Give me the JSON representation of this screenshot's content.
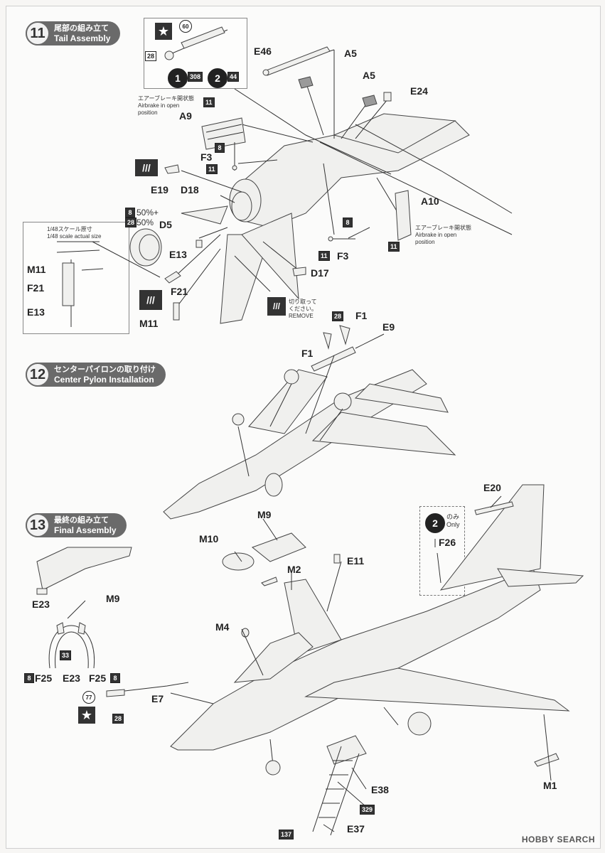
{
  "steps": [
    {
      "num": "11",
      "jp": "尾部の組み立て",
      "en": "Tail Assembly"
    },
    {
      "num": "12",
      "jp": "センターパイロンの取り付け",
      "en": "Center Pylon  Installation"
    },
    {
      "num": "13",
      "jp": "最終の組み立て",
      "en": "Final Assembly"
    }
  ],
  "labels": {
    "E46": "E46",
    "A5a": "A5",
    "A5b": "A5",
    "E24": "E24",
    "A9": "A9",
    "F3a": "F3",
    "F3b": "F3",
    "E19": "E19",
    "D18": "D18",
    "D5": "D5",
    "E13": "E13",
    "E13i": "E13",
    "F21": "F21",
    "F21i": "F21",
    "M11": "M11",
    "M11i": "M11",
    "D17": "D17",
    "A10": "A10",
    "F1a": "F1",
    "F1b": "F1",
    "E9": "E9",
    "E20": "E20",
    "F26": "F26",
    "M9": "M9",
    "M9b": "M9",
    "M10": "M10",
    "M2": "M2",
    "E11": "E11",
    "M4": "M4",
    "E23": "E23",
    "E23b": "E23",
    "F25a": "F25",
    "F25b": "F25",
    "E7": "E7",
    "E38": "E38",
    "E37": "E37",
    "M1": "M1"
  },
  "notes": {
    "airbrake_jp": "エアーブレーキ開状態",
    "airbrake_en1": "Airbrake in open",
    "airbrake_en2": "position",
    "scale_jp": "1/48スケール原寸",
    "scale_en": "1/48 scale actual size",
    "cut_jp1": "切り取って",
    "cut_jp2": "ください。",
    "cut_en": "REMOVE",
    "pct1": "50%+",
    "pct2": "50%",
    "only_jp": "のみ",
    "only_en": "Only"
  },
  "refs": {
    "r60": "60",
    "r28a": "28",
    "r308": "308",
    "r44": "44",
    "r11a": "11",
    "r8a": "8",
    "r11b": "11",
    "r8b": "8",
    "r28b": "28",
    "r8c": "8",
    "r11c": "11",
    "r11d": "11",
    "r28c": "28",
    "r33": "33",
    "r8d": "8",
    "r8e": "8",
    "r77": "77",
    "r28d": "28",
    "r329": "329",
    "r137": "137",
    "c1": "1",
    "c2": "2",
    "c2b": "2"
  },
  "watermark": "HOBBY SEARCH"
}
